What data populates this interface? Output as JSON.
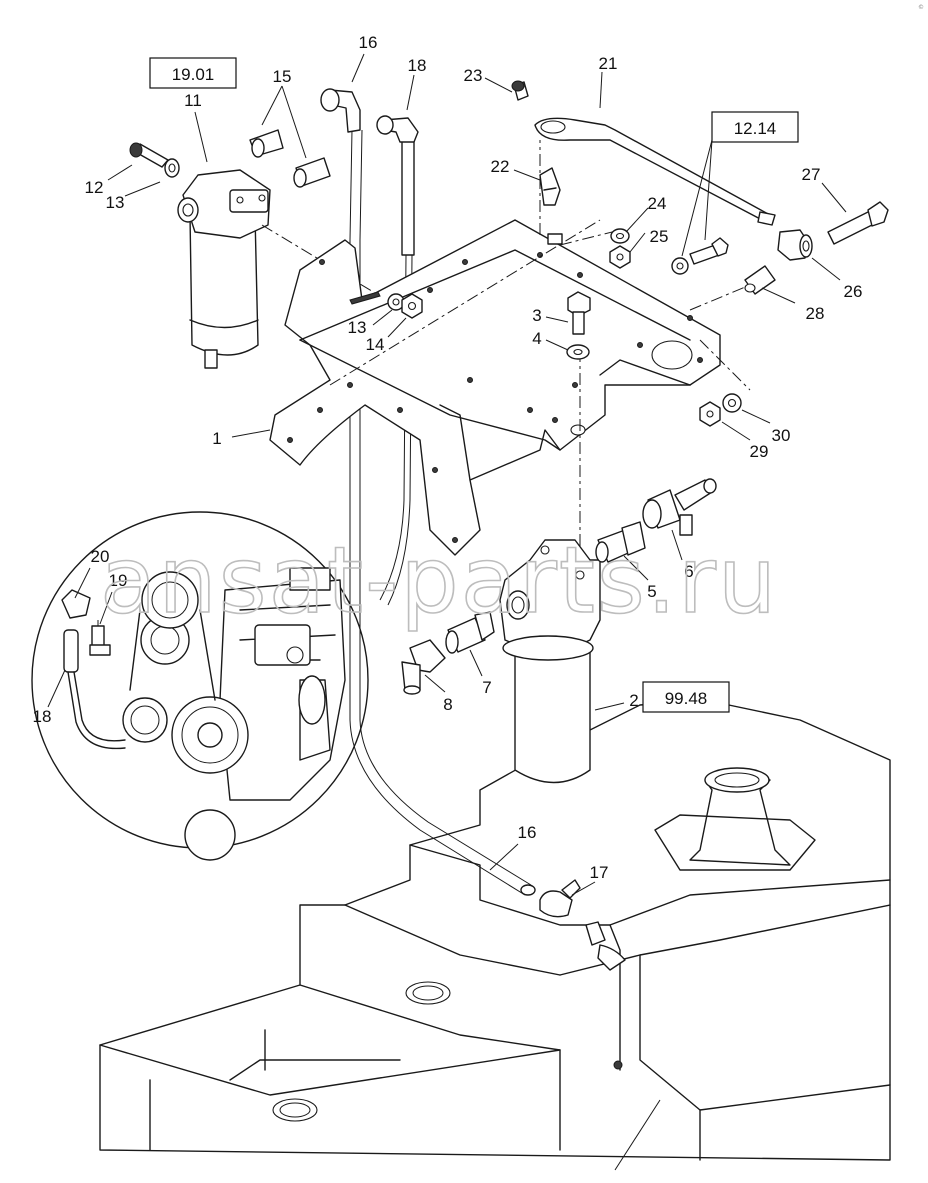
{
  "reference_boxes": [
    {
      "id": "ref-19-01",
      "text": "19.01"
    },
    {
      "id": "ref-12-14",
      "text": "12.14"
    },
    {
      "id": "ref-99-48",
      "text": "99.48"
    }
  ],
  "callouts": {
    "c1": "1",
    "c2": "2",
    "c3": "3",
    "c4": "4",
    "c5": "5",
    "c6": "6",
    "c7": "7",
    "c8": "8",
    "c11": "11",
    "c12": "12",
    "c13a": "13",
    "c13b": "13",
    "c14": "14",
    "c15": "15",
    "c16a": "16",
    "c16b": "16",
    "c17": "17",
    "c18a": "18",
    "c18b": "18",
    "c19": "19",
    "c20": "20",
    "c21": "21",
    "c22": "22",
    "c23": "23",
    "c24": "24",
    "c25": "25",
    "c26": "26",
    "c27": "27",
    "c28": "28",
    "c29": "29",
    "c30": "30"
  },
  "watermark": "ansat-parts.ru",
  "corner_mark": "©"
}
